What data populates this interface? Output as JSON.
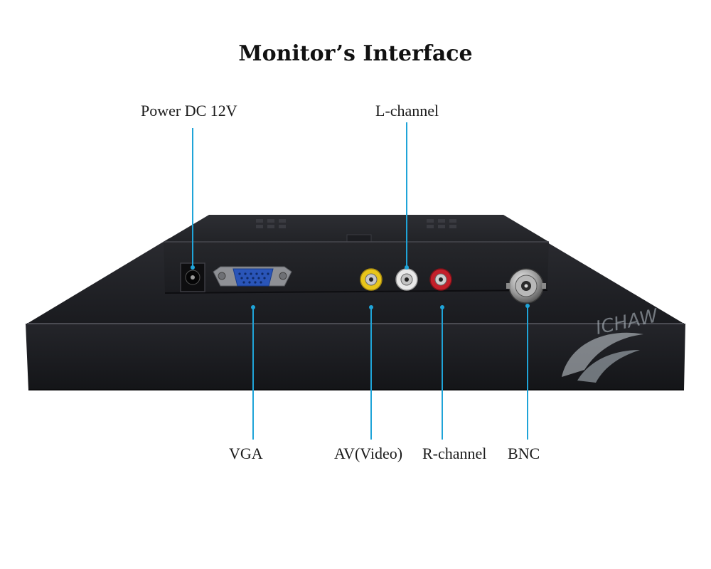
{
  "title": "Monitor’s Interface",
  "labels": {
    "power": "Power DC 12V",
    "l_channel": "L-channel",
    "vga": "VGA",
    "av": "AV(Video)",
    "r_channel": "R-channel",
    "bnc": "BNC"
  },
  "colors": {
    "leader_line": "#1fa4d8",
    "monitor_body": "#1c1d21",
    "port_yellow": "#e8c51a",
    "port_white": "#e9e9e9",
    "port_red": "#c3202a",
    "vga_blue": "#2a55b8"
  },
  "icons": {
    "brand_logo": "swoosh-logo"
  }
}
